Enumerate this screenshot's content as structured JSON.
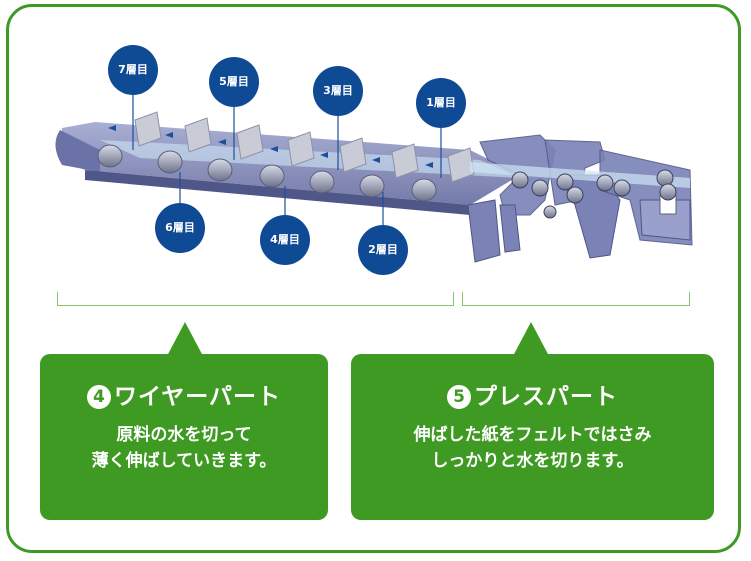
{
  "layers": [
    {
      "label": "7層目"
    },
    {
      "label": "5層目"
    },
    {
      "label": "3層目"
    },
    {
      "label": "1層目"
    },
    {
      "label": "6層目"
    },
    {
      "label": "4層目"
    },
    {
      "label": "2層目"
    }
  ],
  "wire_part": {
    "number": "4",
    "title": "ワイヤーパート",
    "line1": "原料の水を切って",
    "line2": "薄く伸ばしていきます。"
  },
  "press_part": {
    "number": "5",
    "title": "プレスパート",
    "line1": "伸ばした紙をフェルトではさみ",
    "line2": "しっかりと水を切ります。"
  },
  "colors": {
    "green": "#3f9a23",
    "navy": "#0f4a94",
    "machine": "#7a82b6",
    "bracket": "#8cc36f"
  }
}
